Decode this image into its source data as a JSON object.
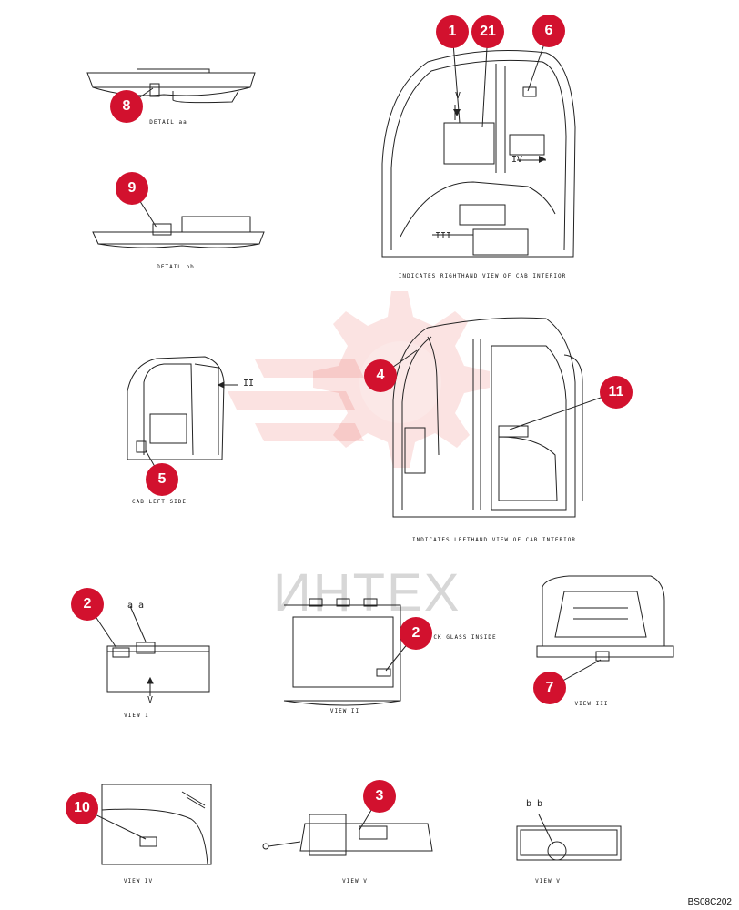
{
  "diagram": {
    "doc_id": "BS08C202",
    "watermark": "ИНТЕХ",
    "labels": {
      "detail_aa": "DETAIL aa",
      "detail_bb": "DETAIL bb",
      "righthand_view": "INDICATES RIGHTHAND VIEW OF CAB INTERIOR",
      "cab_left_side": "CAB LEFT SIDE",
      "lefthand_view": "INDICATES LEFTHAND VIEW OF CAB INTERIOR",
      "back_glass": "CK GLASS INSIDE",
      "view_i": "VIEW I",
      "view_ii": "VIEW II",
      "view_iii": "VIEW III",
      "view_iv": "VIEW IV",
      "view_v_1": "VIEW V",
      "view_v_2": "VIEW V"
    },
    "inline_marks": {
      "arrow_ii": "II",
      "mark_aa": "a a",
      "mark_bb": "b b",
      "mark_v1": "V",
      "mark_v2": "V",
      "mark_iii": "III",
      "mark_iv": "IV"
    },
    "callouts": [
      "1",
      "21",
      "6",
      "8",
      "9",
      "4",
      "11",
      "5",
      "2",
      "2",
      "7",
      "10",
      "3"
    ],
    "colors": {
      "callout": "#d2112e",
      "watermark": "#e53935",
      "line": "#222222"
    }
  }
}
